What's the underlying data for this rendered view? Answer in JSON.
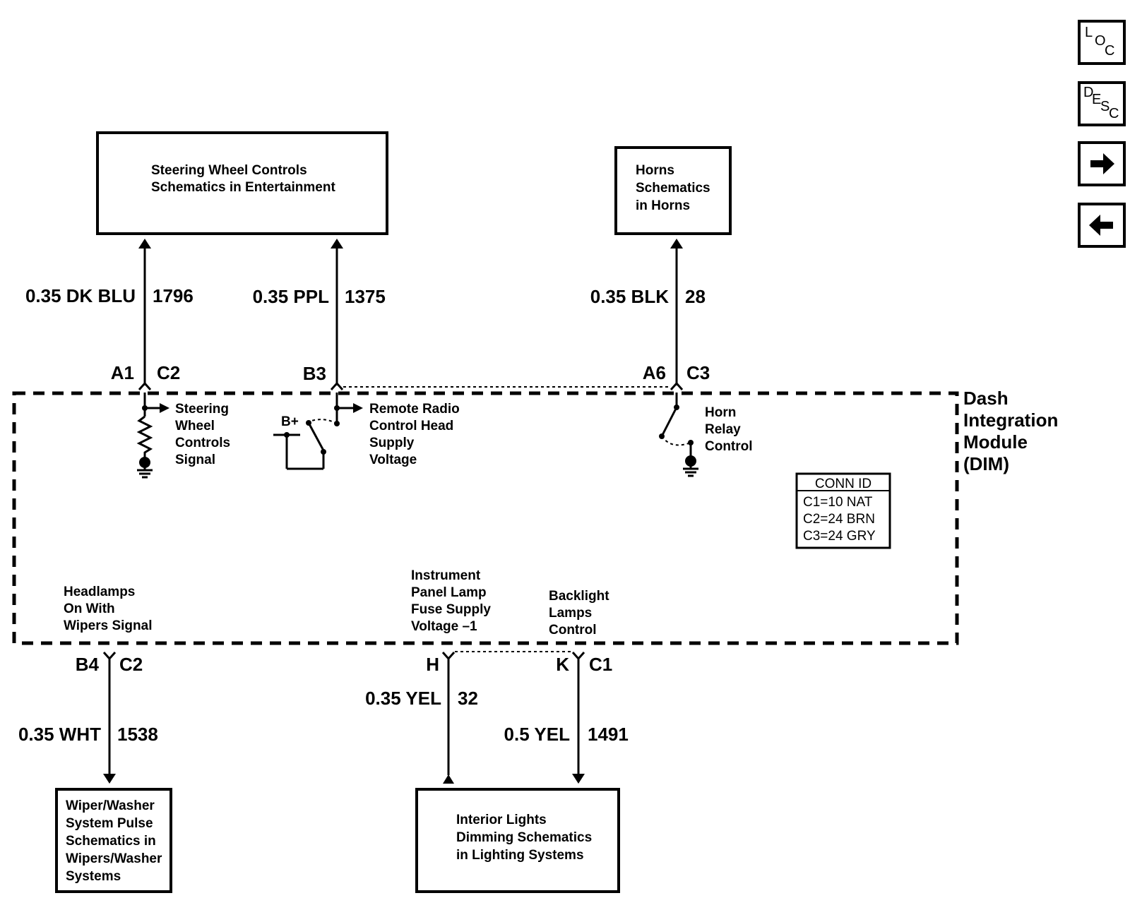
{
  "nav": {
    "loc": {
      "l1": "L",
      "l2": "O",
      "l3": "C"
    },
    "desc": {
      "l1": "D",
      "l2": "E",
      "l3": "S",
      "l4": "C"
    },
    "next_icon": "right-arrow-icon",
    "prev_icon": "left-arrow-icon"
  },
  "boxes": {
    "steering": [
      "Steering Wheel Controls",
      "Schematics in Entertainment"
    ],
    "horns": [
      "Horns",
      "Schematics",
      "in Horns"
    ],
    "wiper": [
      "Wiper/Washer",
      "System Pulse",
      "Schematics in",
      "Wipers/Washer",
      "Systems"
    ],
    "interior": [
      "Interior Lights",
      "Dimming Schematics",
      "in Lighting Systems"
    ]
  },
  "wires": {
    "w1796": {
      "color": "0.35 DK BLU",
      "circuit": "1796"
    },
    "w1375": {
      "color": "0.35 PPL",
      "circuit": "1375"
    },
    "w28": {
      "color": "0.35 BLK",
      "circuit": "28"
    },
    "w1538": {
      "color": "0.35 WHT",
      "circuit": "1538"
    },
    "w32": {
      "color": "0.35 YEL",
      "circuit": "32"
    },
    "w1491": {
      "color": "0.5 YEL",
      "circuit": "1491"
    }
  },
  "pins": {
    "a1": "A1",
    "c2_top": "C2",
    "b3": "B3",
    "a6": "A6",
    "c3": "C3",
    "b4": "B4",
    "c2_bottom": "C2",
    "h": "H",
    "k": "K",
    "c1": "C1"
  },
  "module": {
    "name": [
      "Dash",
      "Integration",
      "Module",
      "(DIM)"
    ]
  },
  "internal": {
    "steering_signal": [
      "Steering",
      "Wheel",
      "Controls",
      "Signal"
    ],
    "radio": [
      "Remote Radio",
      "Control Head",
      "Supply",
      "Voltage"
    ],
    "bplus": "B+",
    "horn": [
      "Horn",
      "Relay",
      "Control"
    ],
    "headlamps": [
      "Headlamps",
      "On With",
      "Wipers Signal"
    ],
    "ip_lamp": [
      "Instrument",
      "Panel Lamp",
      "Fuse Supply",
      "Voltage –1"
    ],
    "backlight": [
      "Backlight",
      "Lamps",
      "Control"
    ]
  },
  "conn_id": {
    "title": "CONN ID",
    "rows": [
      "C1=10 NAT",
      "C2=24 BRN",
      "C3=24 GRY"
    ]
  }
}
